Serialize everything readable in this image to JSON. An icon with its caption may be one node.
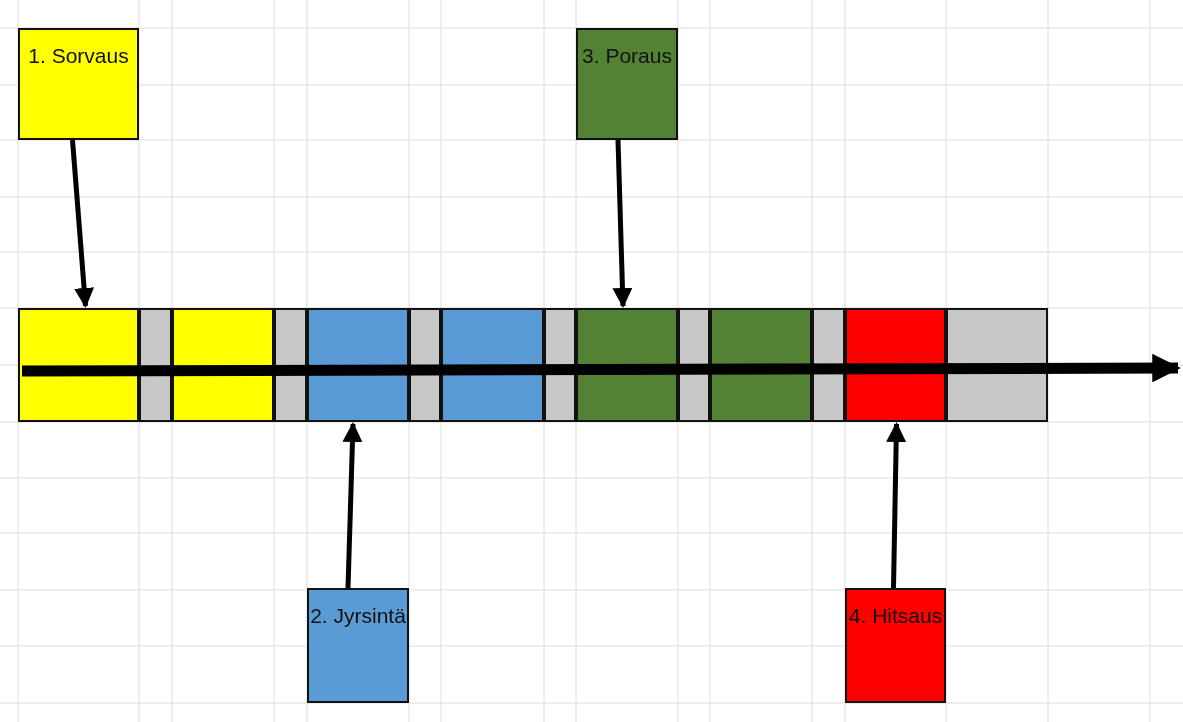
{
  "diagram": {
    "nodes": [
      {
        "text": [
          "1. Sorvaus"
        ]
      },
      {
        "text": [
          "3. Poraus"
        ]
      },
      {
        "text": [],
        "shape": "box"
      },
      {
        "text": [],
        "shape": "box"
      },
      {
        "text": [],
        "shape": "box"
      },
      {
        "text": [],
        "shape": "box"
      },
      {
        "text": [],
        "shape": "box"
      },
      {
        "text": [],
        "shape": "box"
      },
      {
        "text": [],
        "shape": "box"
      },
      {
        "text": [],
        "shape": "box"
      },
      {
        "text": [],
        "shape": "box"
      },
      {
        "text": [],
        "shape": "box"
      },
      {
        "text": [],
        "shape": "box"
      },
      {
        "text": [],
        "shape": "box"
      },
      {
        "text": [],
        "shape": "box"
      },
      {
        "text": [],
        "shape": "box"
      },
      {
        "text": [
          "2. Jyrsintä"
        ]
      },
      {
        "text": [
          "4. Hitsaus"
        ]
      }
    ],
    "edges": [
      {
        "from": 0,
        "to": 2,
        "arrow": "to"
      },
      {
        "from": 1,
        "to": 10,
        "arrow": "to"
      },
      {
        "from": 16,
        "to": 6,
        "arrow": "to"
      },
      {
        "from": 17,
        "to": 14,
        "arrow": "to"
      }
    ]
  }
}
